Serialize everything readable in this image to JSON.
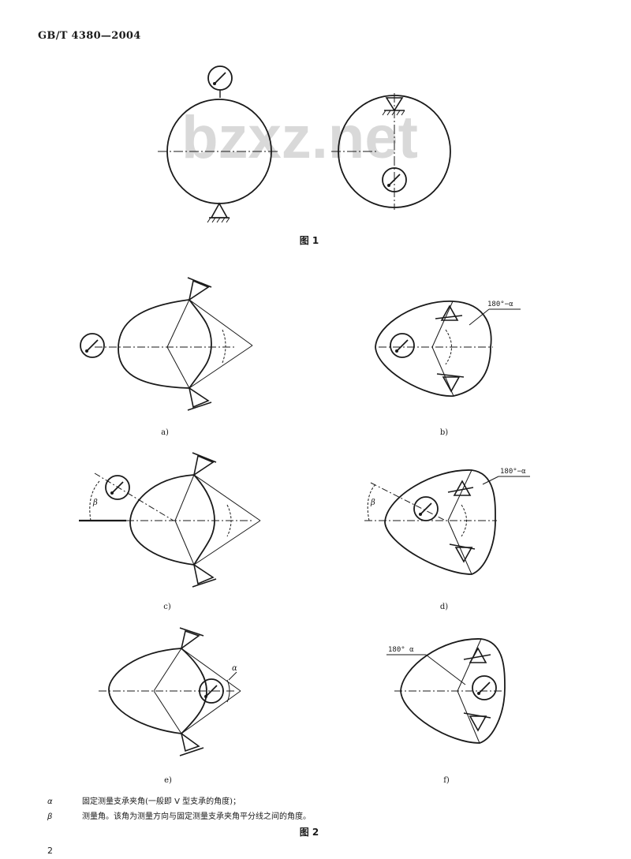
{
  "header": {
    "code": "GB/T 4380—2004"
  },
  "watermark": {
    "text": "bzxz.net"
  },
  "figure1": {
    "caption": "图 1"
  },
  "figure2": {
    "caption": "图 2",
    "subfigures": {
      "a": "a)",
      "b": "b)",
      "c": "c)",
      "d": "d)",
      "e": "e)",
      "f": "f)"
    },
    "angle_labels": {
      "b": "180°−α",
      "d": "180°−α",
      "f": "180° α",
      "e_alpha": "α",
      "c_beta": "β",
      "d_beta": "β"
    }
  },
  "notes": [
    {
      "key": "α",
      "text": "固定测量支承夹角(一般即 V 型支承的角度)；"
    },
    {
      "key": "β",
      "text": "测量角。该角为测量方向与固定测量支承夹角平分线之间的角度。"
    }
  ],
  "page_number": "2"
}
